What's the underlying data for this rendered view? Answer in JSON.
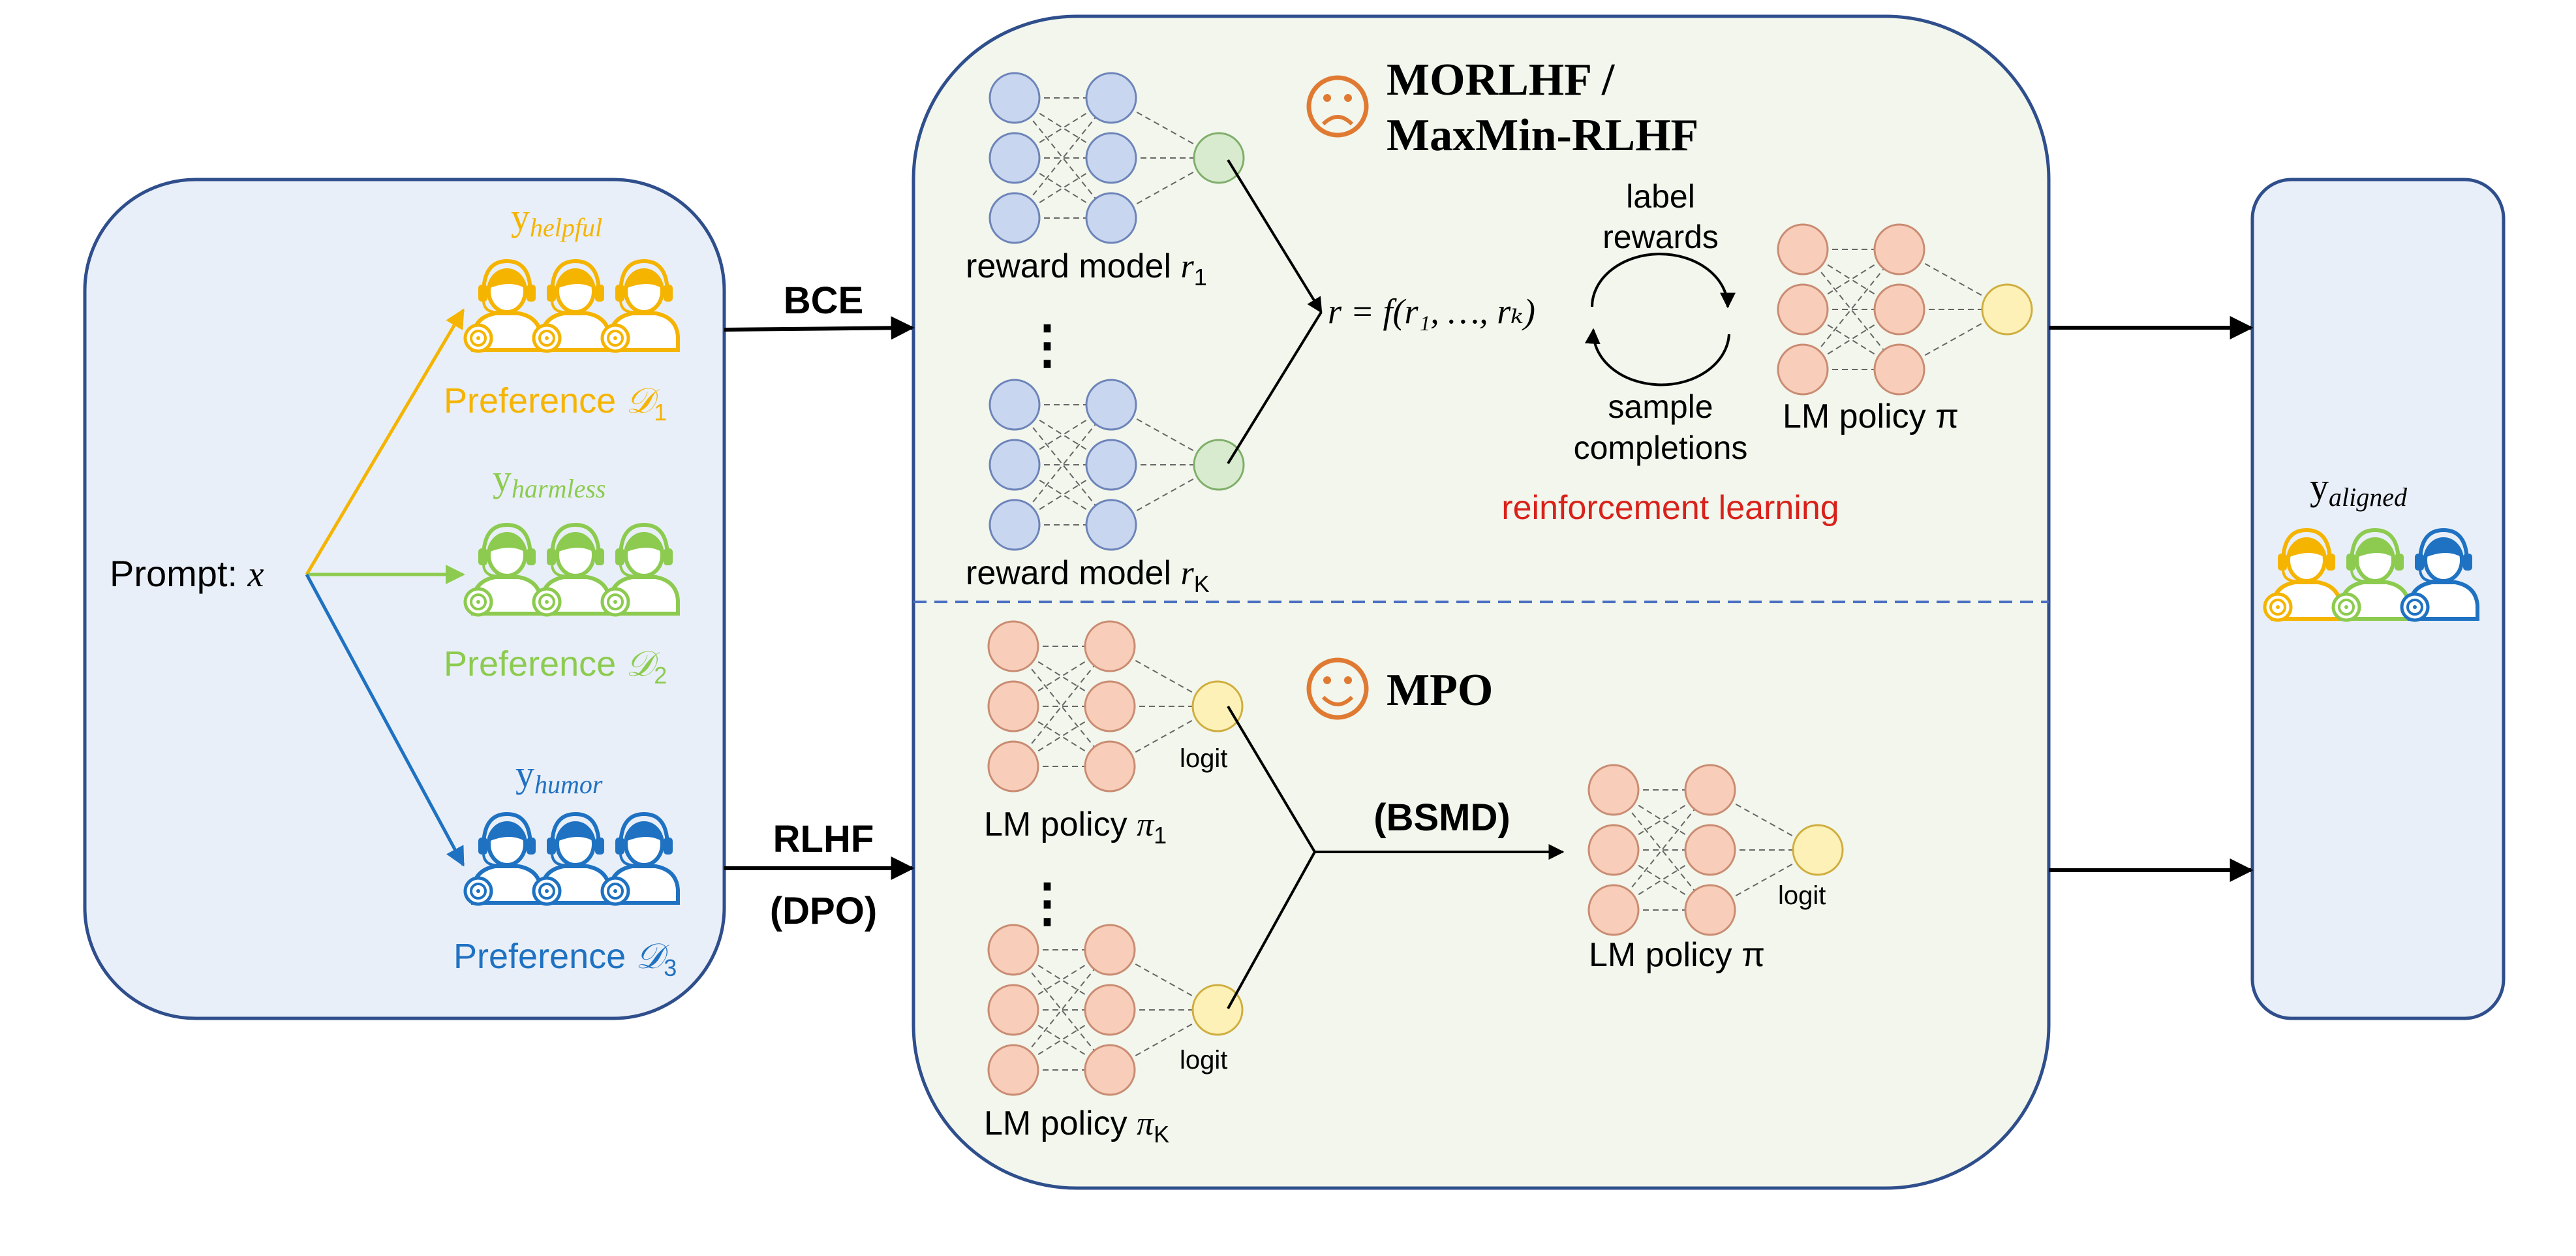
{
  "prompt": {
    "label": "Prompt: ",
    "var": "x"
  },
  "preferences": [
    {
      "y_base": "y",
      "y_sub": "helpful",
      "label": "Preference ",
      "d": "𝒟",
      "d_sub": "1",
      "color": "#F5B400"
    },
    {
      "y_base": "y",
      "y_sub": "harmless",
      "label": "Preference ",
      "d": "𝒟",
      "d_sub": "2",
      "color": "#8CCB4F"
    },
    {
      "y_base": "y",
      "y_sub": "humor",
      "label": "Preference ",
      "d": "𝒟",
      "d_sub": "3",
      "color": "#1F72C2"
    }
  ],
  "edges": {
    "top": "BCE",
    "bottom_1": "RLHF",
    "bottom_2": "(DPO)"
  },
  "top_section": {
    "title_line1": "MORLHF /",
    "title_line2": "MaxMin-RLHF",
    "face": "sad",
    "reward_model_label": "reward model ",
    "reward_model_1_var": "r",
    "reward_model_1_sub": "1",
    "reward_model_k_var": "r",
    "reward_model_k_sub": "K",
    "formula": "r = f(r₁, …, rₖ)",
    "loop_top_1": "label",
    "loop_top_2": "rewards",
    "loop_bottom_1": "sample",
    "loop_bottom_2": "completions",
    "policy_label": "LM policy π",
    "rl_label": "reinforcement learning",
    "vdots": "⋮"
  },
  "bottom_section": {
    "title": "MPO",
    "face": "happy",
    "policy_1_label": "LM policy ",
    "policy_1_var": "π",
    "policy_1_sub": "1",
    "policy_k_label": "LM policy ",
    "policy_k_var": "π",
    "policy_k_sub": "K",
    "logit": "logit",
    "bsmd": "(BSMD)",
    "output_policy": "LM policy π",
    "vdots": "⋮"
  },
  "aligned": {
    "y_base": "y",
    "y_sub": "aligned"
  },
  "colors": {
    "panel_fill_left": "#E9EFF8",
    "panel_fill_center": "#F2F6EC",
    "panel_stroke": "#2F4E8C",
    "node_blue": "#C9D6EF",
    "node_blue_stroke": "#6D84B9",
    "node_green": "#D8EBCF",
    "node_green_stroke": "#7FAE6A",
    "node_peach": "#F8CDB9",
    "node_peach_stroke": "#C98C73",
    "node_yellow": "#FDF1B8",
    "node_yellow_stroke": "#CFAE3F",
    "face": "#E07A32",
    "rl_red": "#D9211B",
    "divider": "#4A6FC2"
  }
}
